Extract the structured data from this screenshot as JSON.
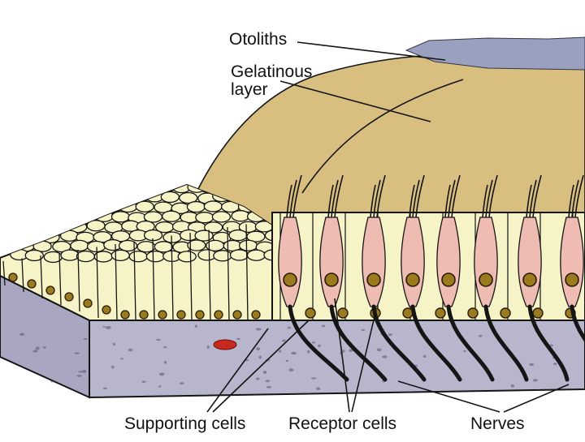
{
  "labels": {
    "otoliths": "Otoliths",
    "gelatinous_layer": "Gelatinous layer",
    "supporting_cells": "Supporting cells",
    "receptor_cells": "Receptor cells",
    "nerves": "Nerves"
  },
  "colors": {
    "gelatinous": "#d9bf7f",
    "supporting_cell": "#f6f3c6",
    "receptor_cell": "#efbcb4",
    "nucleus": "#9a7b1e",
    "connective_tissue": "#b8b6cc",
    "otoliths": "#9aa0c0",
    "outline": "#151515",
    "blood_cell": "#c8281e"
  }
}
